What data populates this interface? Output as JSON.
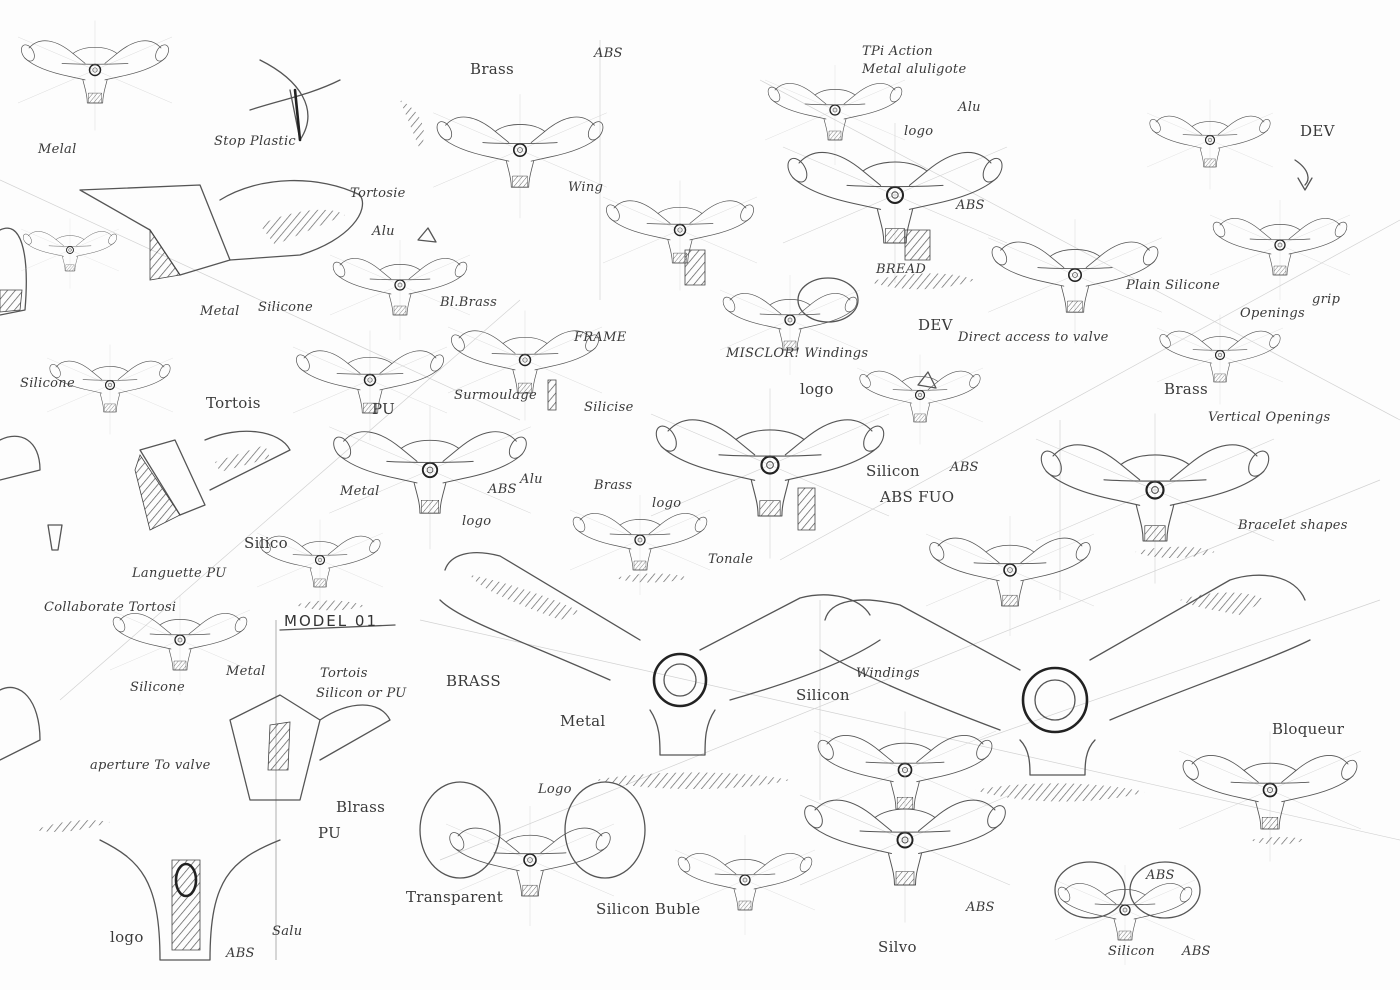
{
  "labels": {
    "melal_tl": "Melal",
    "stop_plastic": "Stop Plastic",
    "tortoise_1": "Tortosie",
    "alu_1": "Alu",
    "brass_1": "Brass",
    "brass_small": "Bl.Brass",
    "silicone_1": "Silicone",
    "metal_1": "Metal",
    "brass_top": "Brass",
    "abs_top": "ABS",
    "wing": "Wing",
    "tpi": "TPi Action",
    "metal_aluminum": "Metal aluligote",
    "logo_top": "logo",
    "alu_top": "Alu",
    "abs_right_top": "ABS",
    "dev_top": "DEV",
    "bread": "BREAD",
    "plain_silicone": "Plain Silicone",
    "grip": "grip",
    "openings": "Openings",
    "brass_right": "Brass",
    "vertical_openings": "Vertical Openings",
    "bracelet": "Bracelet shapes",
    "frame": "FRAME",
    "surmoulage": "Surmoulage",
    "silicone_mid": "Silicise",
    "miscolor": "MISCLOR! Windings",
    "logo_mid": "logo",
    "dev_mid": "DEV",
    "direct_access": "Direct access to valve",
    "silicon_mid": "Silicon",
    "abs_mid": "ABS",
    "abs_fuo": "ABS FUO",
    "pu_1": "PU",
    "metal_2": "Metal",
    "abs_2": "ABS",
    "alu_2": "Alu",
    "logo_2": "logo",
    "brass_3": "Brass",
    "logo_3": "logo",
    "tonale": "Tonale",
    "tortoise_2": "Tortois",
    "silicone_left": "Silicone",
    "langouette": "Languette PU",
    "silico": "Silico",
    "model_title": "MODEL 01",
    "collaborate": "Collaborate Tortosi",
    "silicone_bl": "Silicone",
    "metal_bl": "Metal",
    "tortoise_3": "Tortois",
    "silicon_pu": "Silicon or PU",
    "aperture": "aperture To valve",
    "blrass": "Blrass",
    "pu_2": "PU",
    "logo_bl": "logo",
    "salu": "Salu",
    "abs_bottom_left": "ABS",
    "brass_big": "BRASS",
    "metal_big": "Metal",
    "silicon_big": "Silicon",
    "windings": "Windings",
    "logo_bottom": "Logo",
    "transparent": "Transparent",
    "silicon_buble": "Silicon Buble",
    "bloqueur": "Bloqueur",
    "abs_br1": "ABS",
    "silvo": "Silvo",
    "abs_br2": "ABS",
    "abs_br3": "ABS",
    "silicon_br": "Silicon"
  }
}
